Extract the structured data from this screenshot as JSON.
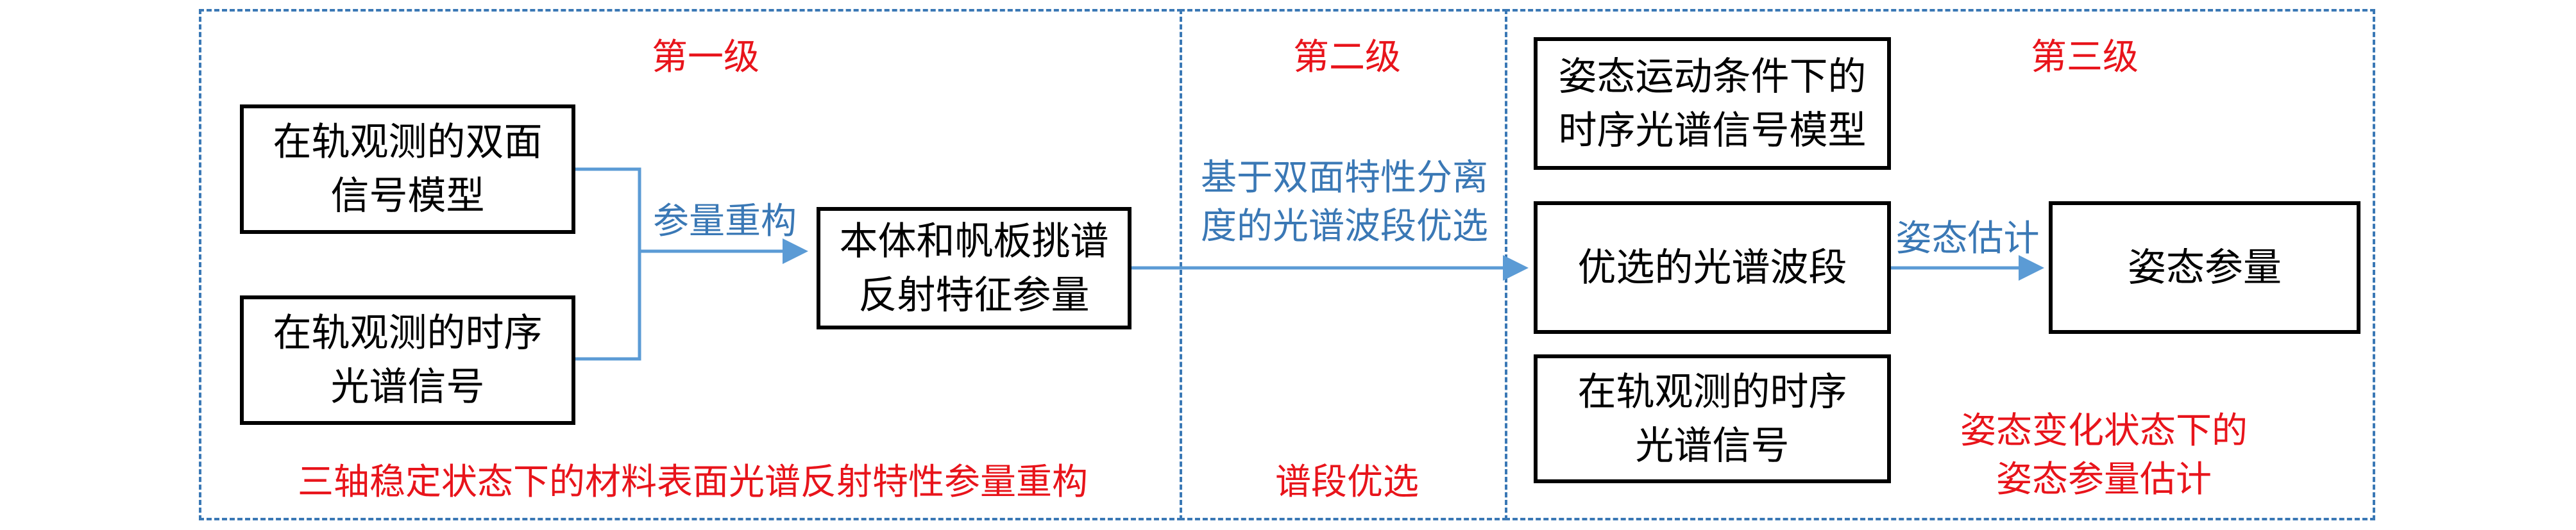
{
  "colors": {
    "panel_border": "#3a78b5",
    "arrow": "#5b9bd5",
    "red_text": "#e8141b",
    "blue_text": "#3a78b5",
    "box_border": "#000000"
  },
  "stage1": {
    "title": "第一级",
    "box_dual_signal": "在轨观测的双面\n信号模型",
    "box_time_series": "在轨观测的时序\n光谱信号",
    "arrow_label": "参量重构",
    "box_features": "本体和帆板挑谱\n反射特征参量",
    "footer": "三轴稳定状态下的材料表面光谱反射特性参量重构"
  },
  "stage2": {
    "title": "第二级",
    "arrow_label": "基于双面特性分离\n度的光谱波段优选",
    "footer": "谱段优选"
  },
  "stage3": {
    "title": "第三级",
    "box_motion_model": "姿态运动条件下的\n时序光谱信号模型",
    "box_bands": "优选的光谱波段",
    "box_time_series": "在轨观测的时序\n光谱信号",
    "arrow_label": "姿态估计",
    "box_params": "姿态参量",
    "footer": "姿态变化状态下的\n姿态参量估计"
  }
}
